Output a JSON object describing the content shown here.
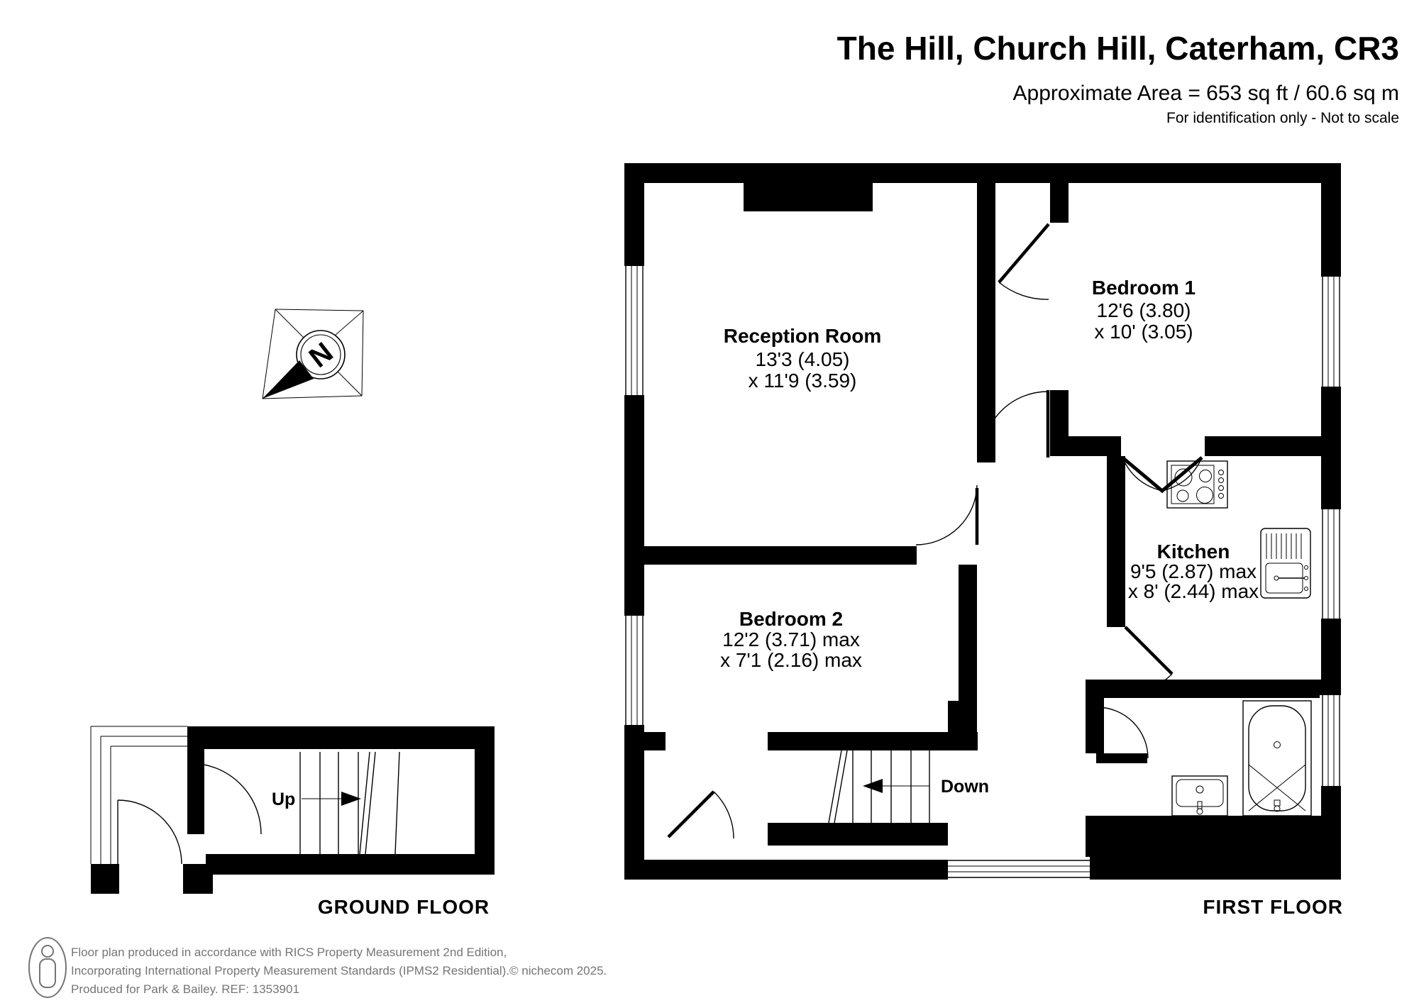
{
  "header": {
    "title": "The Hill, Church Hill, Caterham, CR3",
    "area_line": "Approximate Area = 653 sq ft / 60.6 sq m",
    "note_line": "For identification only - Not to scale"
  },
  "floors": {
    "first_label": "FIRST FLOOR",
    "ground_label": "GROUND FLOOR"
  },
  "rooms": {
    "reception": {
      "name": "Reception Room",
      "dim1": "13'3 (4.05)",
      "dim2": "x 11'9 (3.59)"
    },
    "bedroom1": {
      "name": "Bedroom 1",
      "dim1": "12'6 (3.80)",
      "dim2": "x 10' (3.05)"
    },
    "bedroom2": {
      "name": "Bedroom 2",
      "dim1": "12'2 (3.71) max",
      "dim2": "x 7'1 (2.16) max"
    },
    "kitchen": {
      "name": "Kitchen",
      "dim1": "9'5 (2.87) max",
      "dim2": "x 8' (2.44) max"
    }
  },
  "stairs": {
    "up": "Up",
    "down": "Down"
  },
  "compass": {
    "north": "N"
  },
  "footer": {
    "line1": "Floor plan produced in accordance with RICS Property Measurement 2nd Edition,",
    "line2": "Incorporating International Property Measurement Standards (IPMS2 Residential).",
    "copyright": "© nichecom 2025.",
    "line3": "Produced for Park & Bailey.   REF:  1353901"
  },
  "colors": {
    "ink": "#000000",
    "footer_gray": "#757575"
  }
}
